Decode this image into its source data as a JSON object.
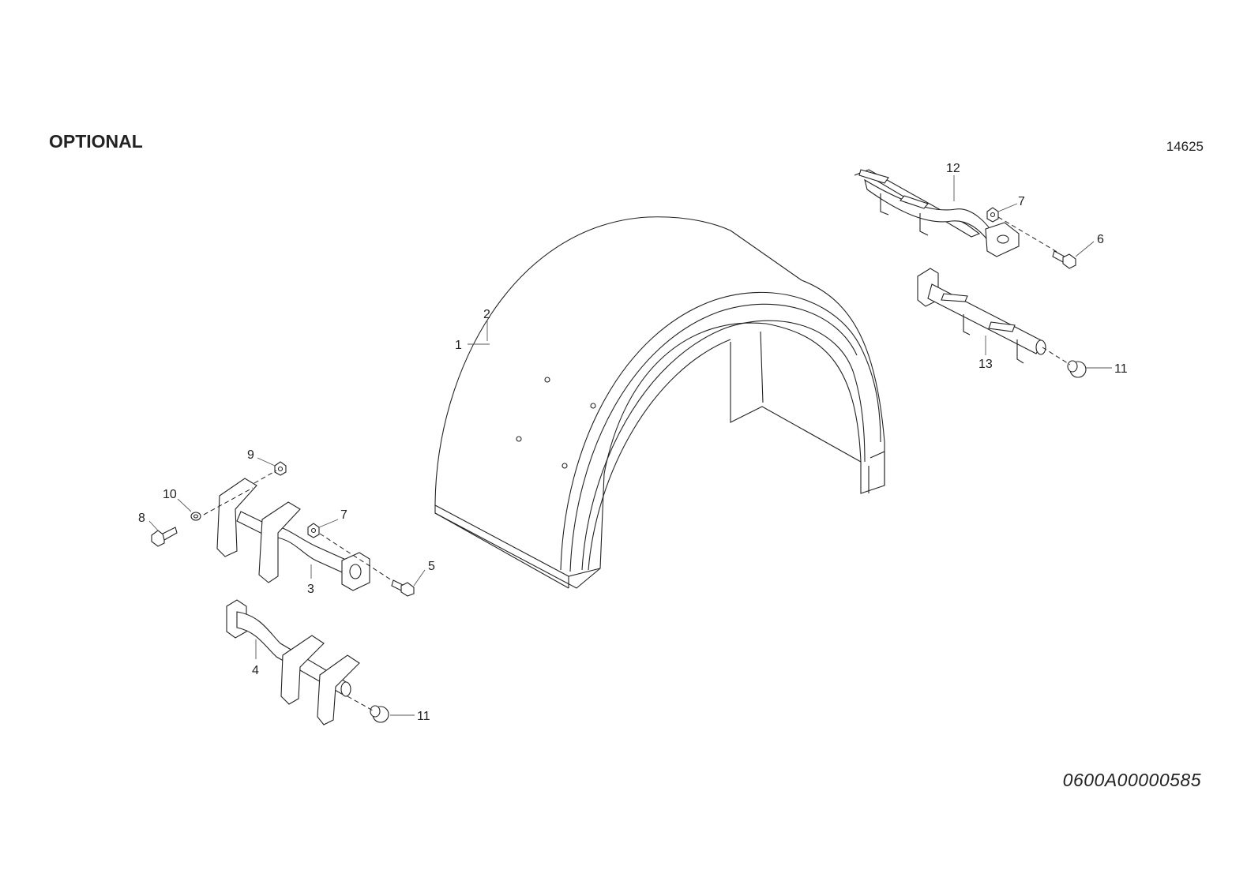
{
  "header": {
    "title": "OPTIONAL",
    "reference": "14625"
  },
  "footer": {
    "document_number": "0600A00000585"
  },
  "callouts": {
    "c1": "1",
    "c2": "2",
    "c3": "3",
    "c4": "4",
    "c5": "5",
    "c6": "6",
    "c7a": "7",
    "c7b": "7",
    "c8": "8",
    "c9": "9",
    "c10": "10",
    "c11a": "11",
    "c11b": "11",
    "c12": "12",
    "c13": "13"
  }
}
